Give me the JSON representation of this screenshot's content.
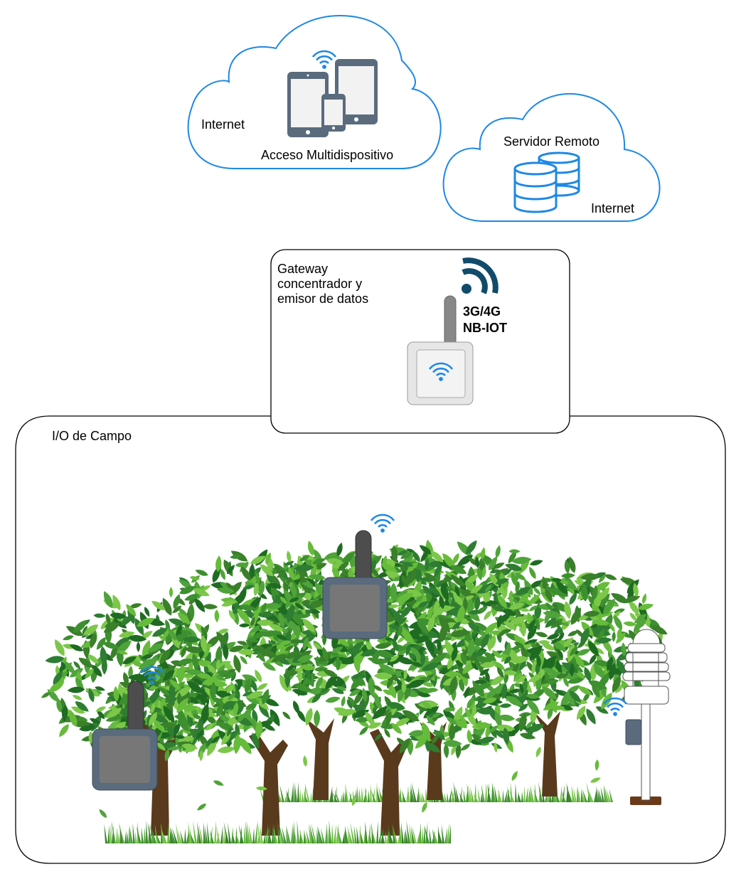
{
  "cloud_devices": {
    "internet_label": "Internet",
    "access_label": "Acceso Multidispositivo",
    "icons": [
      "wifi-icon",
      "tablet-icon",
      "phone-icon"
    ]
  },
  "cloud_server": {
    "title_label": "Servidor Remoto",
    "internet_label": "Internet",
    "icons": [
      "database-icon"
    ]
  },
  "gateway": {
    "label": "Gateway concentrador y emisor de datos",
    "network_line1": "3G/4G",
    "network_line2": "NB-IOT",
    "icons": [
      "signal-icon",
      "antenna-icon",
      "wifi-icon"
    ]
  },
  "field": {
    "label": "I/O de Campo",
    "icons": [
      "tree-icon",
      "grass-icon",
      "sensor-node-icon",
      "weather-station-icon",
      "wifi-icon"
    ]
  },
  "colors": {
    "cloud_stroke": "#1e88e5",
    "wifi_blue": "#1e88e5",
    "signal_dark": "#114b6b",
    "device_body": "#5a6b7e",
    "sensor_face": "#777777",
    "leaf_dark": "#2e7d32",
    "leaf_light": "#66bb3a",
    "trunk": "#5a3a1c"
  }
}
